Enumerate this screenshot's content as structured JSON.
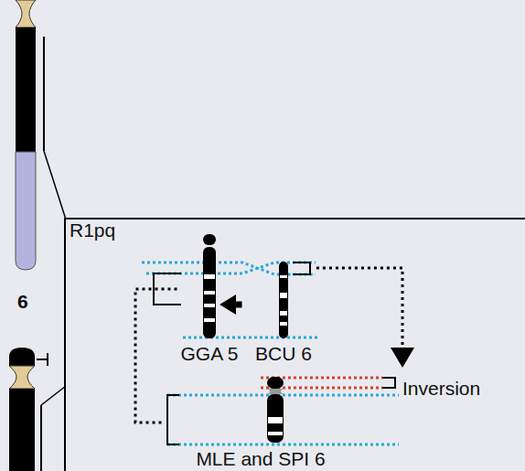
{
  "diagram": {
    "nodes": [
      {
        "text": [
          "R1pq"
        ]
      },
      {
        "text": [
          "GGA 5"
        ],
        "in": 0
      },
      {
        "text": [
          "BCU 6"
        ],
        "in": 0
      },
      {
        "text": [
          "MLE and SPI 6"
        ],
        "in": 0
      }
    ],
    "edges": [
      {
        "from": 1,
        "to": 2,
        "arrow": "to"
      },
      {
        "from": 2,
        "to": 3,
        "arrow": "to"
      },
      {
        "from": 1,
        "to": 3,
        "arrow": "none"
      }
    ],
    "labels": [
      "6",
      "Inversion"
    ]
  }
}
